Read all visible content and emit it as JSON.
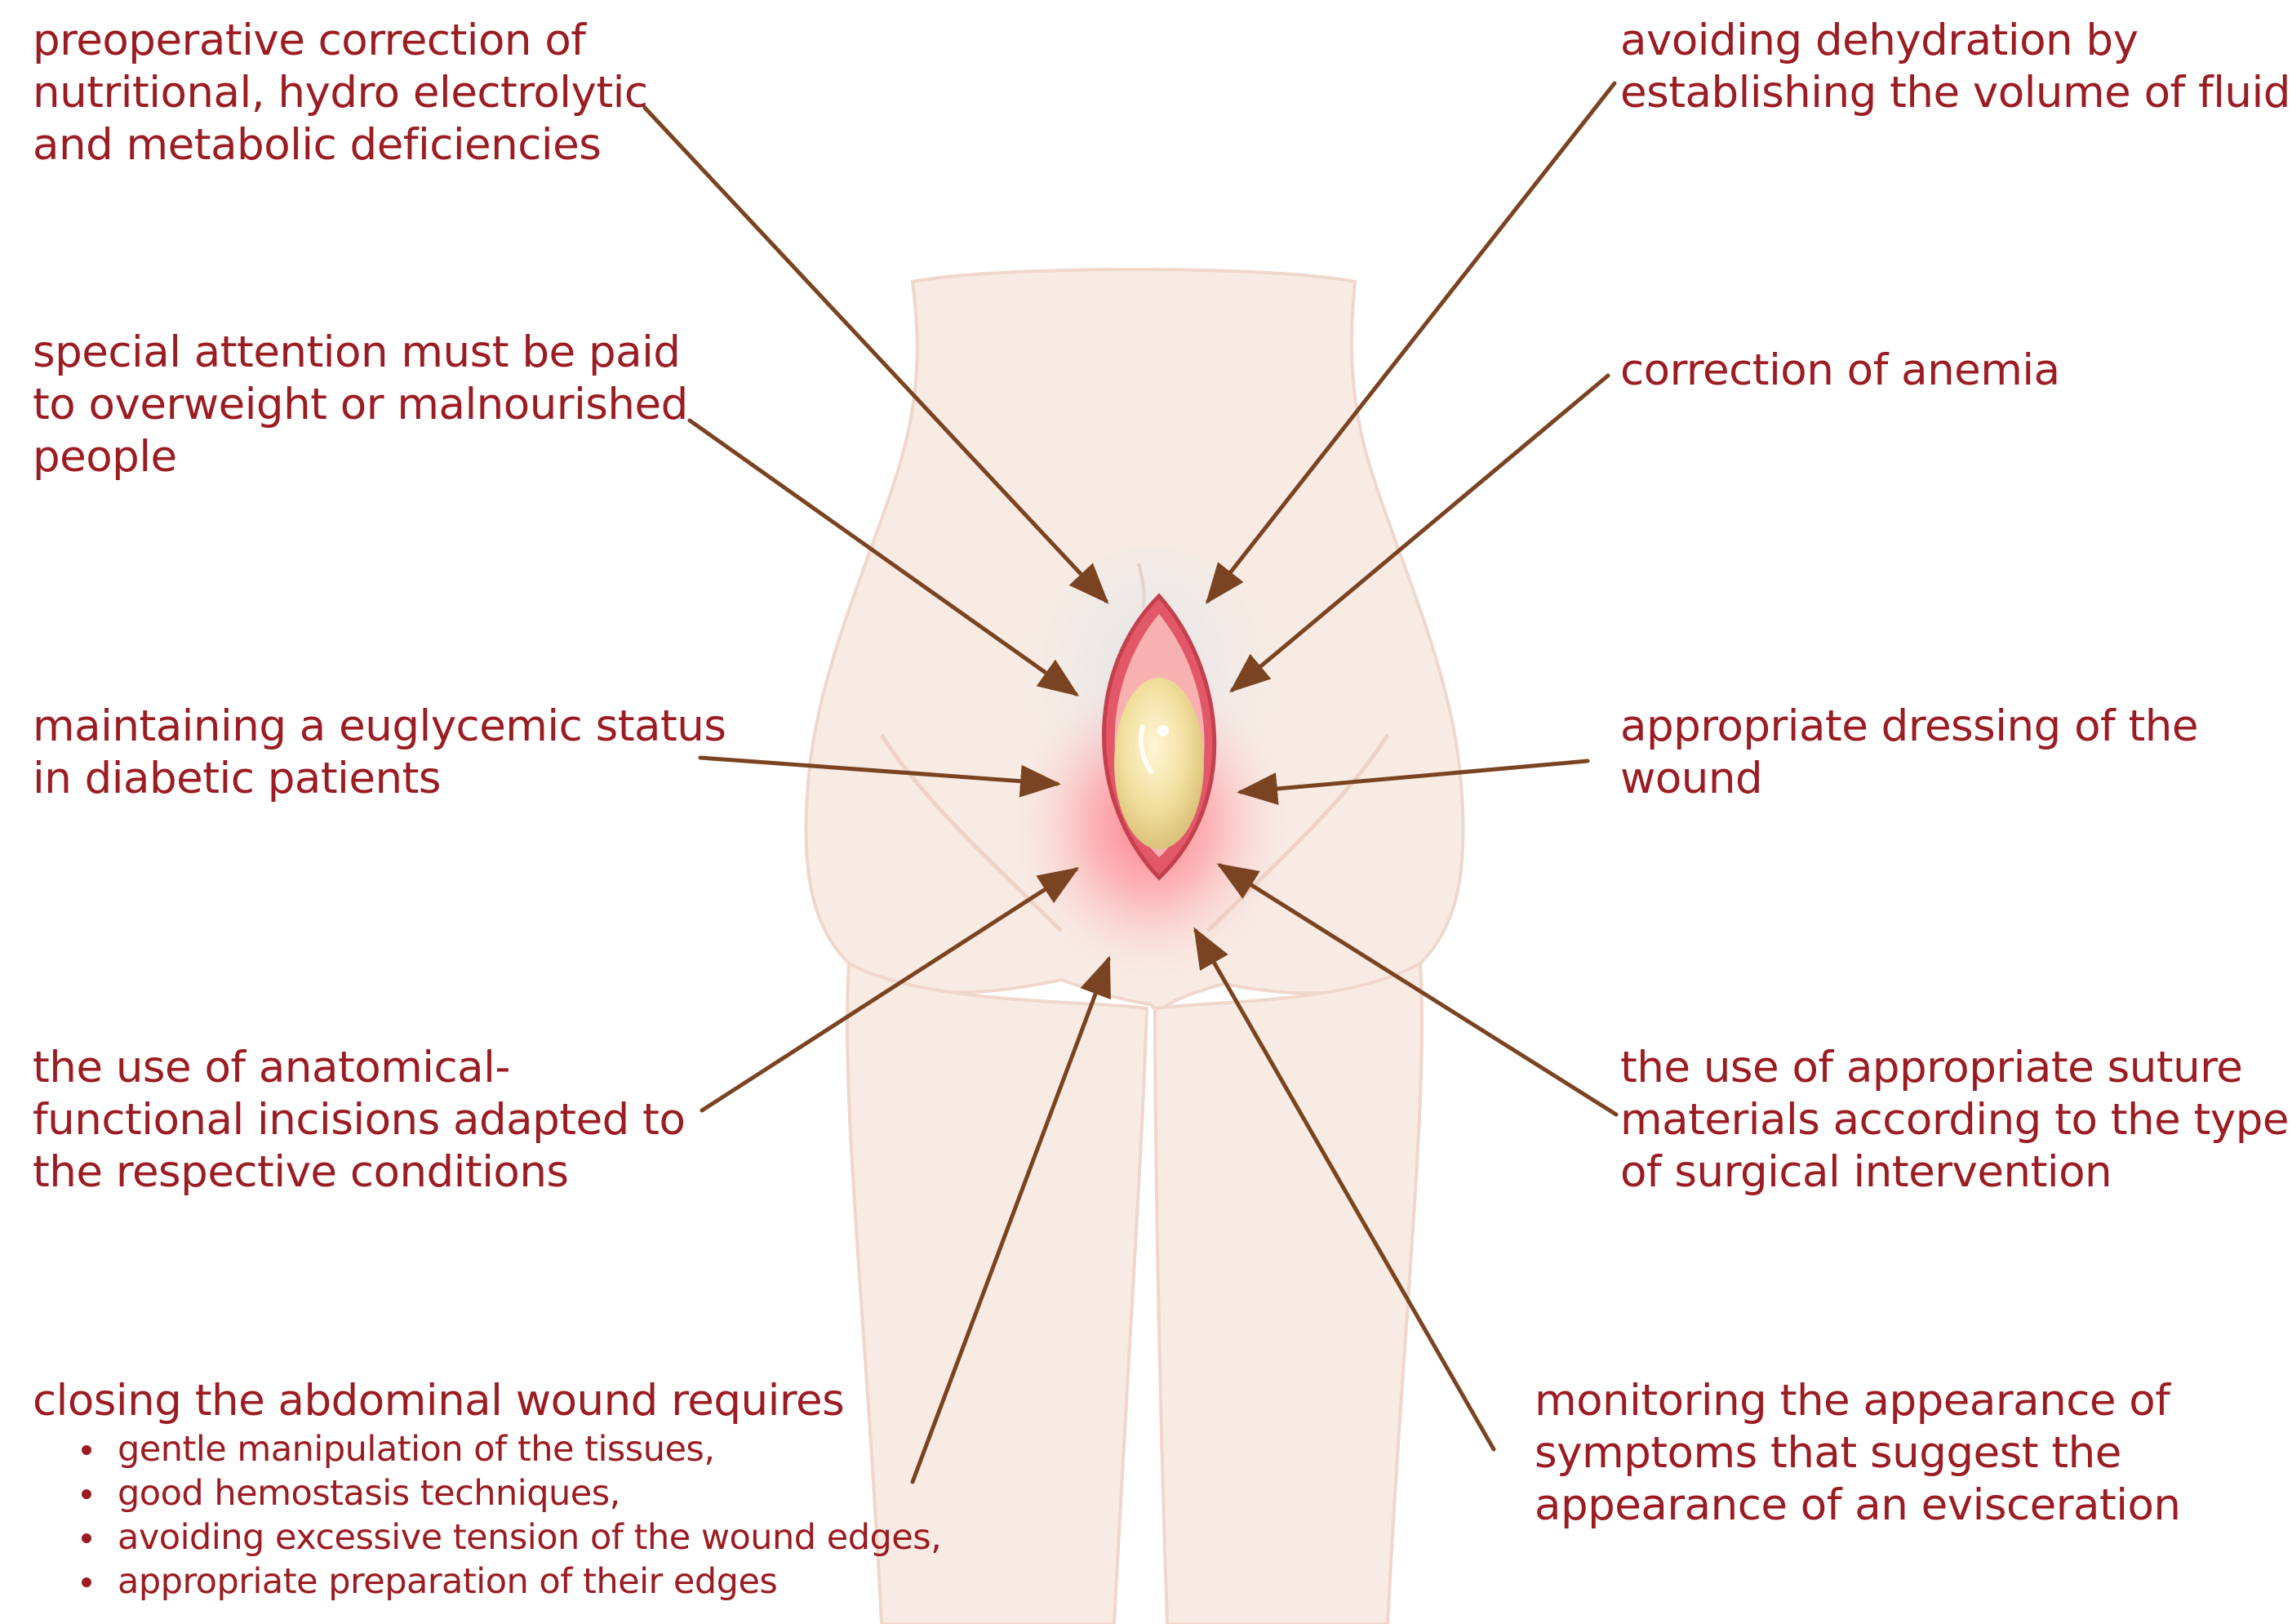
{
  "colors": {
    "text": "#9b1c22",
    "arrow": "#7a4321",
    "skin": "#f8e9e2",
    "skin_outline": "#efd7cc",
    "wound_red": "#e86070",
    "wound_yellow": "#f0dca0"
  },
  "labels": {
    "nutrition": [
      "preoperative correction of",
      "nutritional, hydro electrolytic",
      "and metabolic deficiencies"
    ],
    "weight": [
      "special attention must be paid",
      "to overweight or malnourished",
      "people"
    ],
    "glycemic": [
      "maintaining a euglycemic status",
      "in diabetic patients"
    ],
    "incisions": [
      "the use of anatomical-",
      "functional incisions adapted to",
      "the respective conditions"
    ],
    "closing": {
      "heading": "closing the abdominal wound requires",
      "items": [
        "gentle manipulation of the tissues,",
        "good hemostasis techniques,",
        "avoiding excessive tension of the wound edges,",
        "appropriate preparation of their edges"
      ]
    },
    "dehydration": [
      "avoiding dehydration by",
      "establishing the volume of fluids"
    ],
    "anemia": [
      "correction of anemia"
    ],
    "dressing": [
      "appropriate dressing of the",
      "wound"
    ],
    "sutures": [
      "the use of appropriate suture",
      "materials according to the type",
      "of surgical intervention"
    ],
    "evisceration": [
      "monitoring the appearance of",
      "symptoms that suggest the",
      "appearance of an evisceration"
    ]
  }
}
